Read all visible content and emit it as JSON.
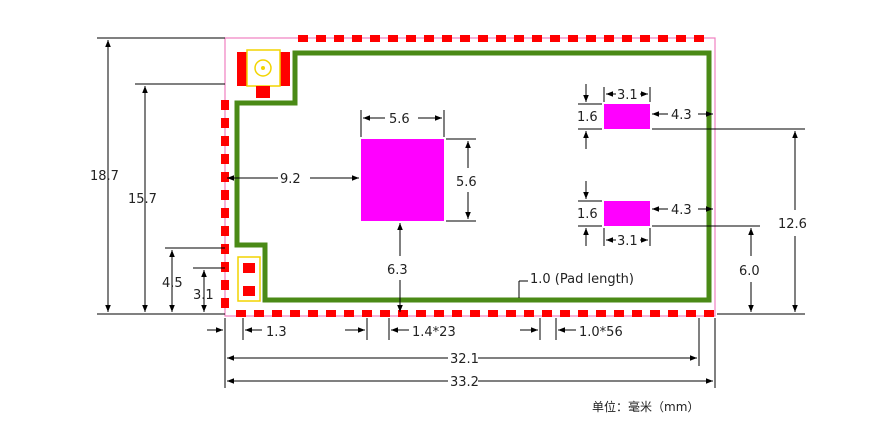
{
  "dims": {
    "d_18_7": "18.7",
    "d_15_7": "15.7",
    "d_4_5": "4.5",
    "d_3_1_left": "3.1",
    "d_9_2": "9.2",
    "d_5_6_top": "5.6",
    "d_5_6_side": "5.6",
    "d_6_3": "6.3",
    "d_3_1_pad_top": "3.1",
    "d_1_6_top": "1.6",
    "d_4_3_top": "4.3",
    "d_1_6_bottom": "1.6",
    "d_4_3_bottom": "4.3",
    "d_3_1_pad_bottom": "3.1",
    "d_12_6": "12.6",
    "d_6_0": "6.0",
    "d_1_3": "1.3",
    "d_1_4x23": "1.4*23",
    "d_1_0x56": "1.0*56",
    "d_32_1": "32.1",
    "d_33_2": "33.2",
    "pad_length": "1.0 (Pad length)"
  },
  "unit_note": "单位：毫米（mm）",
  "colors": {
    "pad_red": "#ff0000",
    "outline_green": "#4a8a16",
    "magenta": "#ff00ff",
    "board_edge": "#f080c0",
    "dim_line": "#000000"
  }
}
